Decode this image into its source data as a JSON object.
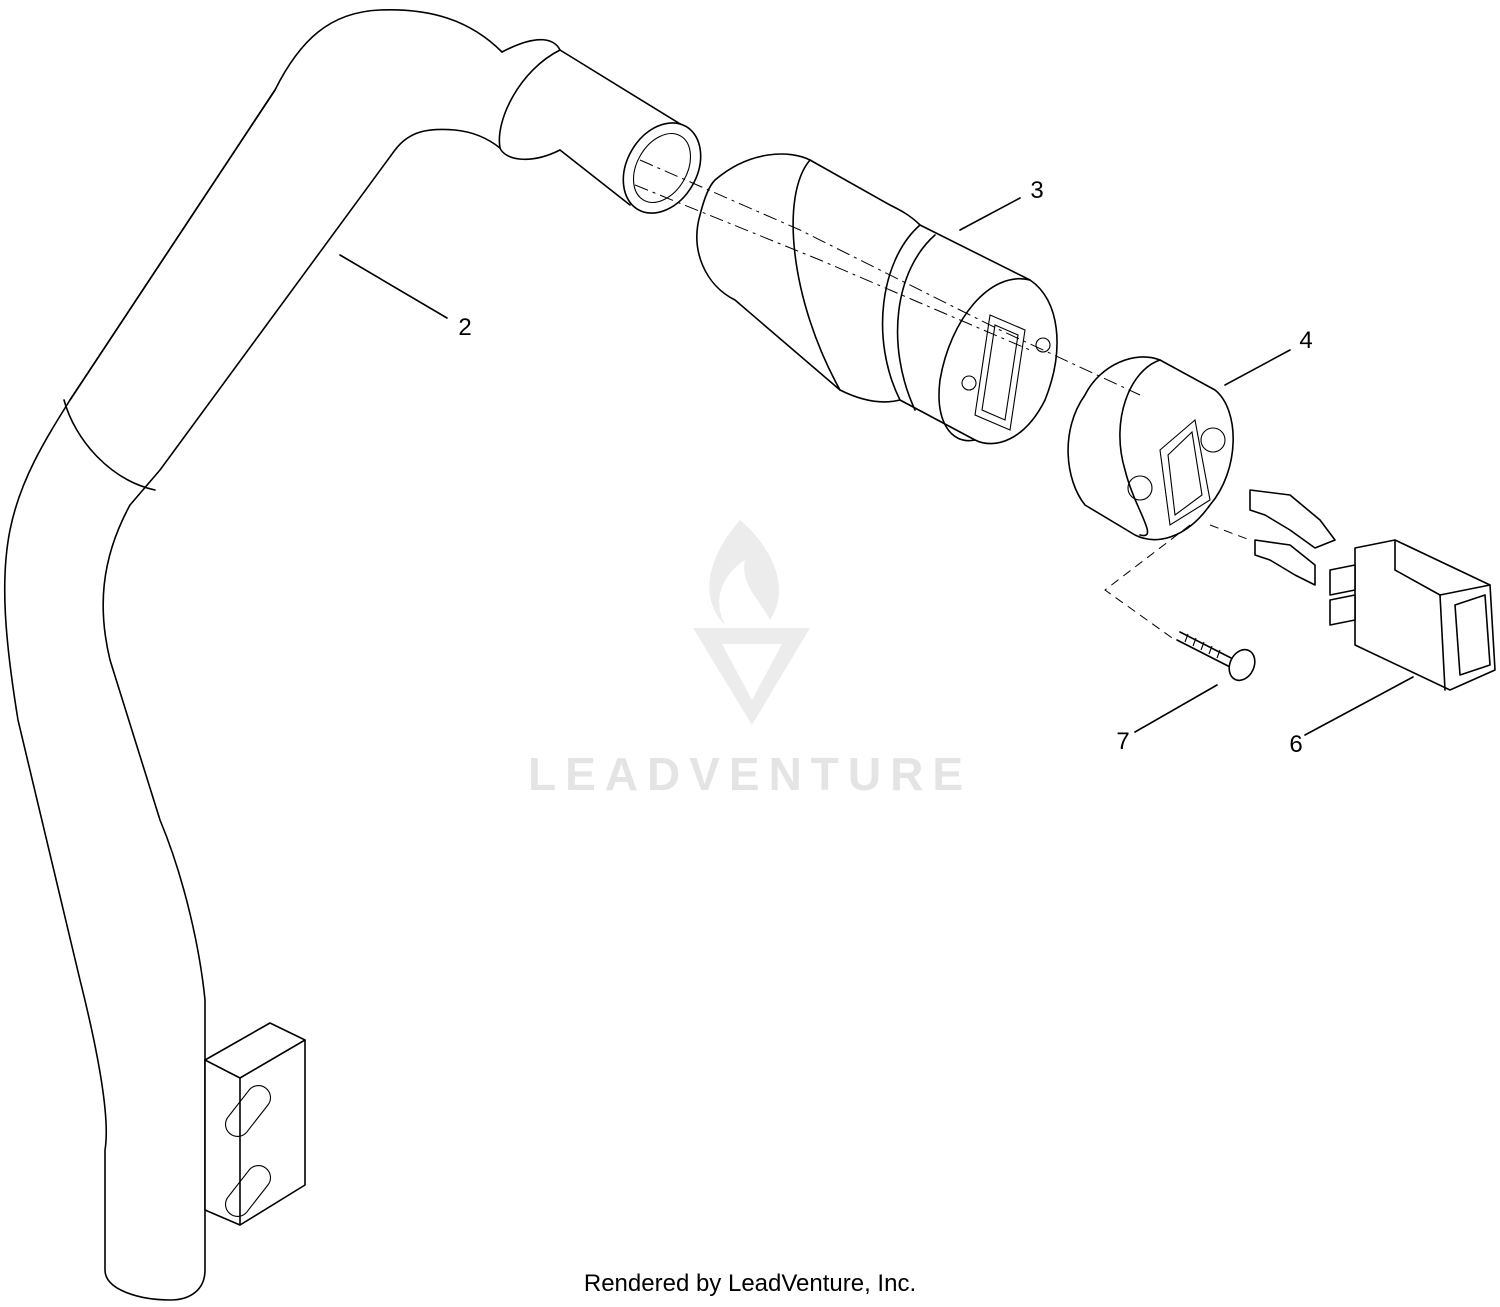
{
  "diagram": {
    "callouts": [
      {
        "id": "2",
        "label": "2"
      },
      {
        "id": "3",
        "label": "3"
      },
      {
        "id": "4",
        "label": "4"
      },
      {
        "id": "6",
        "label": "6"
      },
      {
        "id": "7",
        "label": "7"
      }
    ],
    "watermark": {
      "text": "LEADVENTURE",
      "icon": "flame-v-logo-icon"
    },
    "footer": "Rendered by LeadVenture, Inc."
  }
}
